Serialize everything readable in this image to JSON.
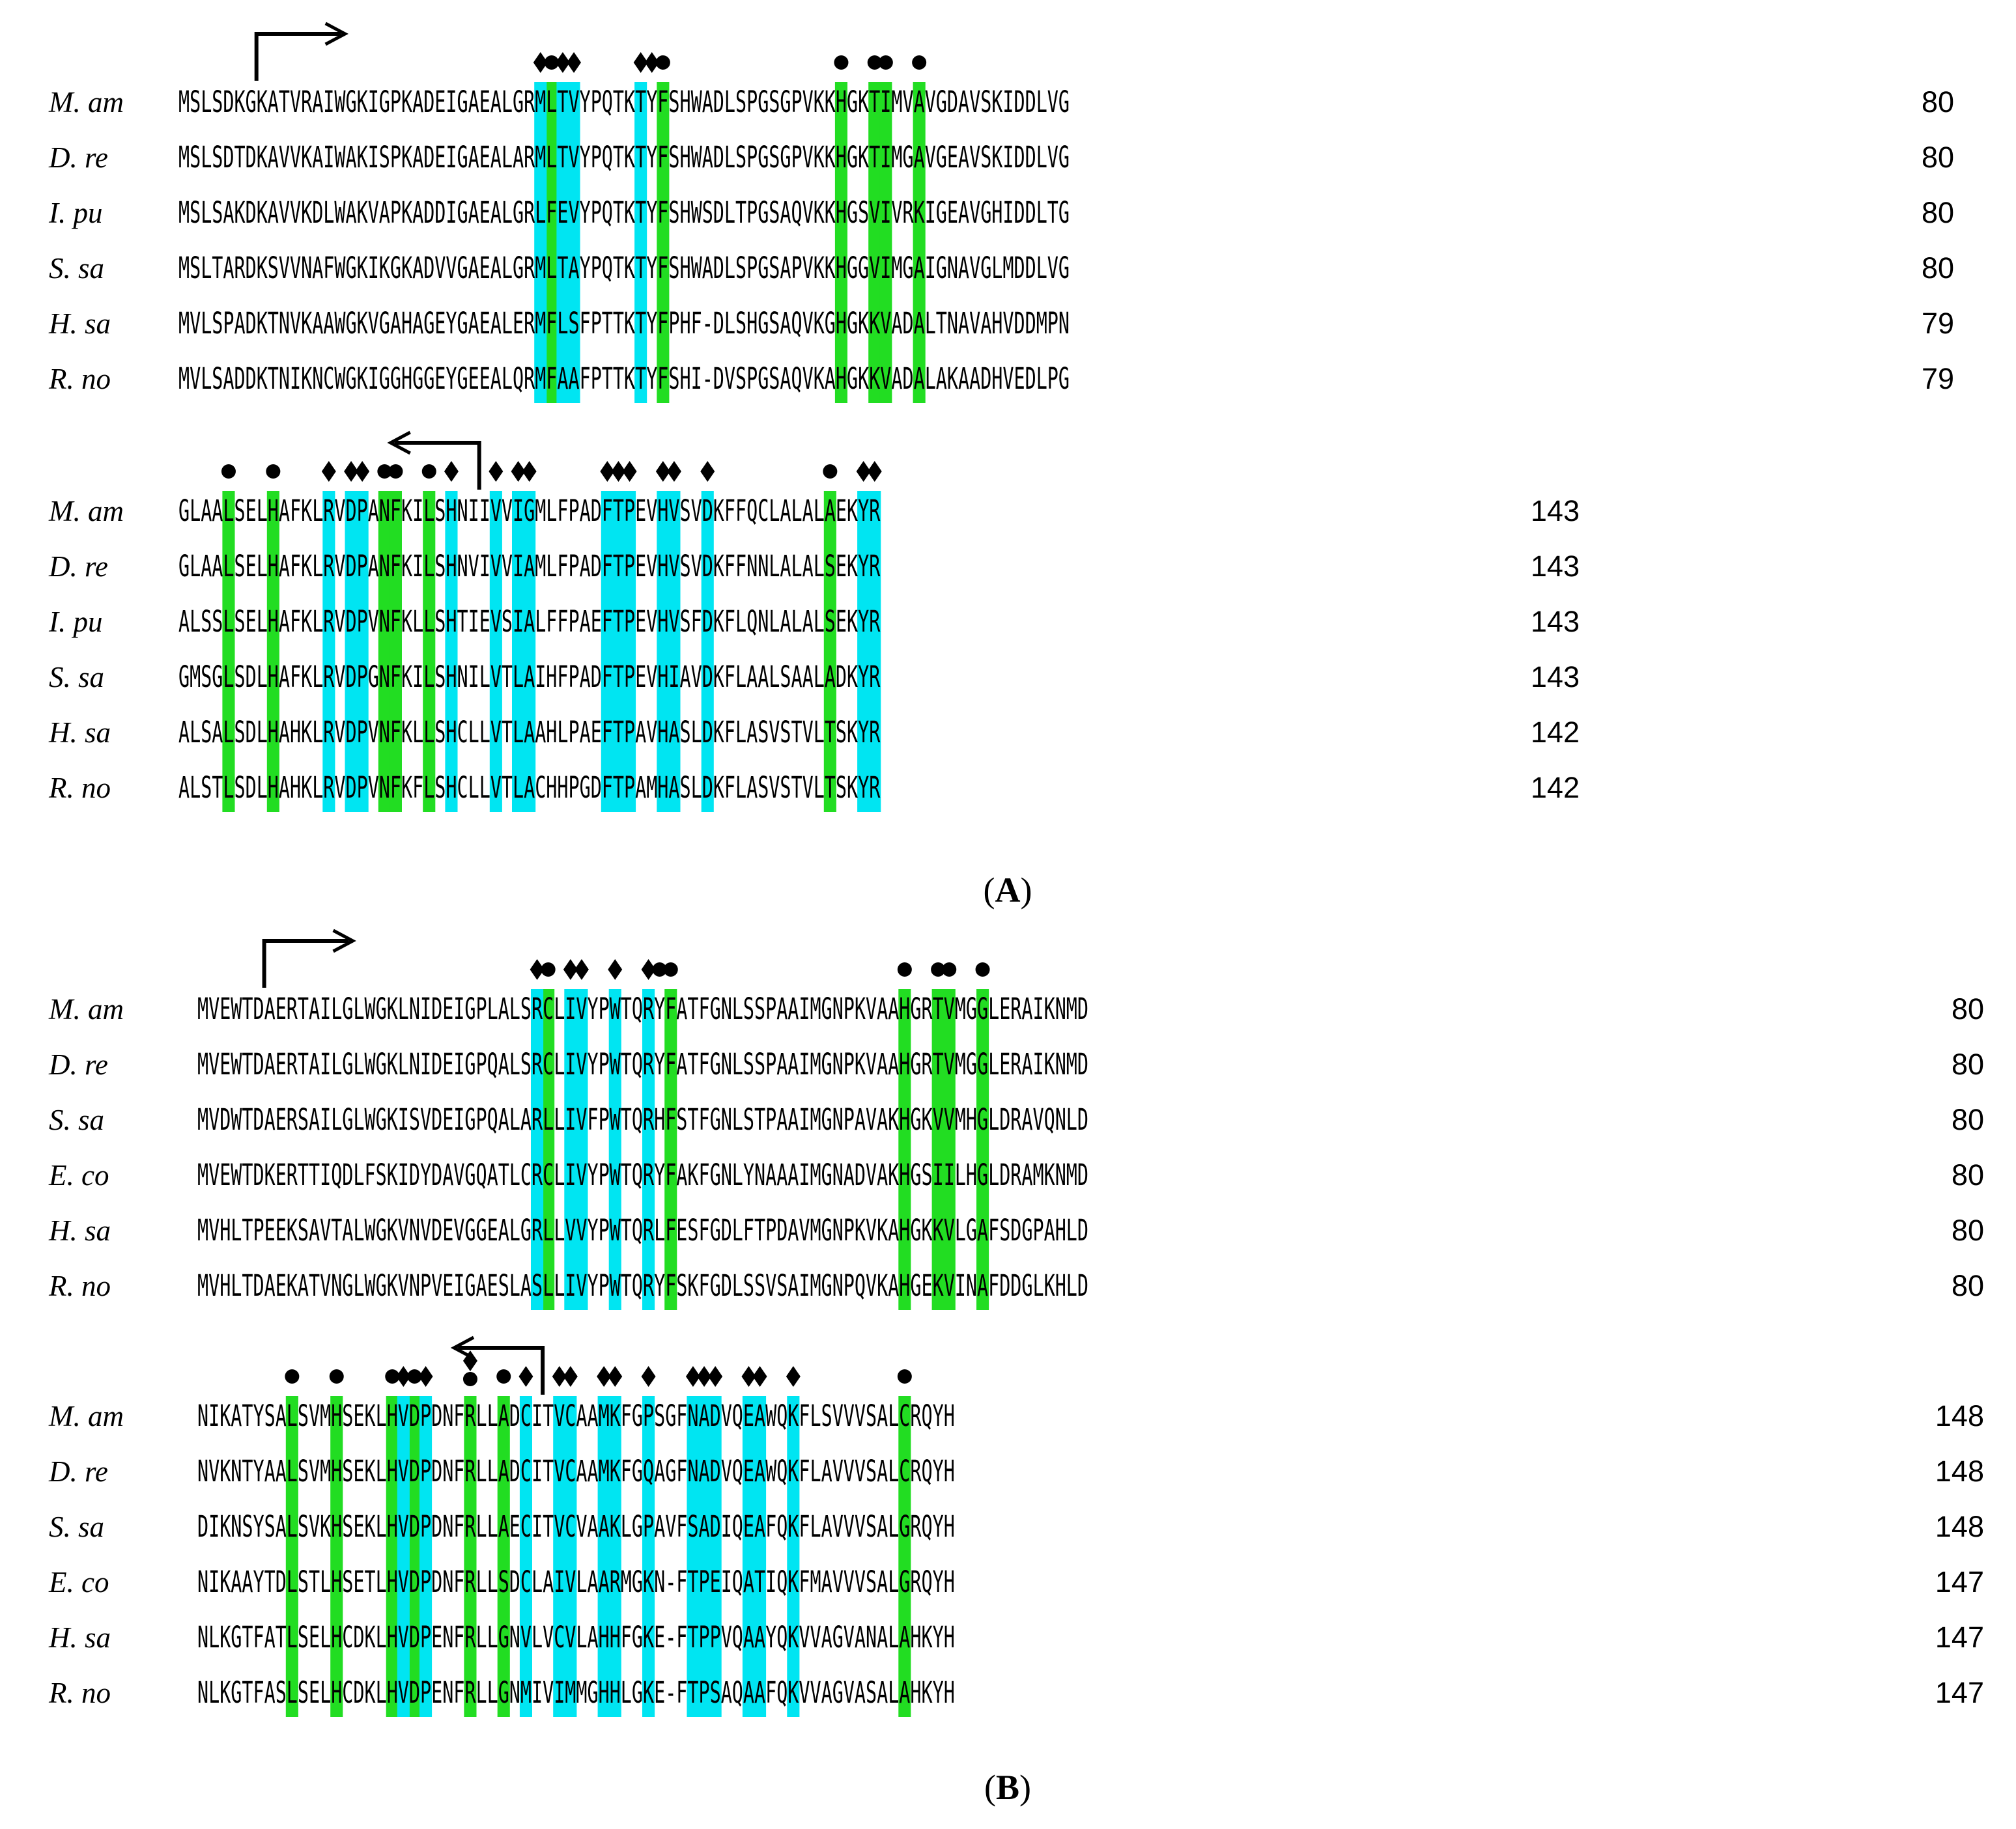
{
  "colors": {
    "green": "#22dd22",
    "cyan": "#00e5f2",
    "text": "#000000"
  },
  "panels": [
    {
      "label": "A",
      "blocks": [
        {
          "rows": [
            {
              "species": "M. am",
              "seq": "MSLSDKGKATVRAIWGKIGPKADEIGAEALGRMLTVYPQTKTYFSHWADLSPGSGPVKKHGKTIMVAVGDAVSKIDDLVG",
              "end": "80"
            },
            {
              "species": "D. re",
              "seq": "MSLSDTDKAVVKAIWAKISPKADEIGAEALARMLTVYPQTKTYFSHWADLSPGSGPVKKHGKTIMGAVGEAVSKIDDLVG",
              "end": "80"
            },
            {
              "species": "I. pu",
              "seq": "MSLSAKDKAVVKDLWAKVAPKADDIGAEALGRLFEVYPQTKTYFSHWSDLTPGSAQVKKHGSVIVRKIGEAVGHIDDLTG",
              "end": "80"
            },
            {
              "species": "S. sa",
              "seq": "MSLTARDKSVVNAFWGKIKGKADVVGAEALGRMLTAYPQTKTYFSHWADLSPGSAPVKKHGGVIMGAIGNAVGLMDDLVG",
              "end": "80"
            },
            {
              "species": "H. sa",
              "seq": "MVLSPADKTNVKAAWGKVGAHAGEYGAEALERMFLSFPTTKTYFPHF-DLSHGSAQVKGHGKKVADALTNAVAHVDDMPN",
              "end": "79"
            },
            {
              "species": "R. no",
              "seq": "MVLSADDKTNIKNCWGKIGGHGGEYGEEALQRMFAAFPTTKTYFSHI-DVSPGSAQVKAHGKKVADALAKAADHVEDLPG",
              "end": "79"
            }
          ],
          "green_cols": [
            33,
            43,
            59,
            62,
            63,
            66
          ],
          "cyan_cols": [
            32,
            34,
            35,
            41
          ],
          "dot_cols": [
            33,
            43,
            59,
            62,
            63,
            66
          ],
          "diamond_cols": [
            32,
            34,
            35,
            41,
            42
          ],
          "arrow": {
            "col": 7,
            "dir": "right"
          }
        },
        {
          "rows": [
            {
              "species": "M. am",
              "seq": "GLAALSELHAFKLRVDPANFKILSHNIIVVIGMLFPADFTPEVHVSVDKFFQCLALALAEKYR",
              "end": "143"
            },
            {
              "species": "D. re",
              "seq": "GLAALSELHAFKLRVDPANFKILSHNVIVVIAMLFPADFTPEVHVSVDKFFNNLALALSEKYR",
              "end": "143"
            },
            {
              "species": "I. pu",
              "seq": "ALSSLSELHAFKLRVDPVNFKLLSHTIEVSIALFFPAEFTPEVHVSFDKFLQNLALALSEKYR",
              "end": "143"
            },
            {
              "species": "S. sa",
              "seq": "GMSGLSDLHAFKLRVDPGNFKILSHNILVTLAIHFPADFTPEVHIAVDKFLAALSAALADKYR",
              "end": "143"
            },
            {
              "species": "H. sa",
              "seq": "ALSALSDLHAHKLRVDPVNFKLLSHCLLVTLAAHLPAEFTPAVHASLDKFLASVSTVLTSKYR",
              "end": "142"
            },
            {
              "species": "R. no",
              "seq": "ALSTLSDLHAHKLRVDPVNFKFLSHCLLVTLACHHPGDFTPAMHASLDKFLASVSTVLTSKYR",
              "end": "142"
            }
          ],
          "green_cols": [
            4,
            8,
            18,
            19,
            22,
            58
          ],
          "cyan_cols": [
            13,
            15,
            16,
            24,
            28,
            30,
            31,
            38,
            39,
            40,
            43,
            44,
            47,
            61,
            62
          ],
          "dot_cols": [
            4,
            8,
            18,
            19,
            22,
            58
          ],
          "diamond_cols": [
            13,
            15,
            16,
            24,
            28,
            30,
            31,
            38,
            39,
            40,
            43,
            44,
            47,
            61,
            62
          ],
          "arrow": {
            "col": 27,
            "dir": "left"
          }
        }
      ]
    },
    {
      "label": "B",
      "blocks": [
        {
          "rows": [
            {
              "species": "M. am",
              "seq": "MVEWTDAERTAILGLWGKLNIDEIGPLALSRCLIVYPWTQRYFATFGNLSSPAAIMGNPKVAAHGRTVMGGLERAIKNMD",
              "end": "80"
            },
            {
              "species": "D. re",
              "seq": "MVEWTDAERTAILGLWGKLNIDEIGPQALSRCLIVYPWTQRYFATFGNLSSPAAIMGNPKVAAHGRTVMGGLERAIKNMD",
              "end": "80"
            },
            {
              "species": "S. sa",
              "seq": "MVDWTDAERSAILGLWGKISVDEIGPQALARLLIVFPWTQRHFSTFGNLSTPAAIMGNPAVAKHGKVVMHGLDRAVQNLD",
              "end": "80"
            },
            {
              "species": "E. co",
              "seq": "MVEWTDKERTTIQDLFSKIDYDAVGQATLCRCLIVYPWTQRYFAKFGNLYNAAAIMGNADVAKHGSIILHGLDRAMKNMD",
              "end": "80"
            },
            {
              "species": "H. sa",
              "seq": "MVHLTPEEKSAVTALWGKVNVDEVGGEALGRLLVVYPWTQRLFESFGDLFTPDAVMGNPKVKAHGKKVLGAFSDGPAHLD",
              "end": "80"
            },
            {
              "species": "R. no",
              "seq": "MVHLTDAEKATVNGLWGKVNPVEIGAESLASLLIVYPWTQRYFSKFGDLSSVSAIMGNPQVKAHGEKVINAFDDGLKHLD",
              "end": "80"
            }
          ],
          "green_cols": [
            31,
            42,
            63,
            66,
            67,
            70
          ],
          "cyan_cols": [
            30,
            33,
            34,
            37,
            40
          ],
          "dot_cols": [
            31,
            41,
            42,
            63,
            66,
            67,
            70
          ],
          "diamond_cols": [
            30,
            33,
            34,
            37,
            40
          ],
          "arrow": {
            "col": 6,
            "dir": "right"
          }
        },
        {
          "rows": [
            {
              "species": "M. am",
              "seq": "NIKATYSALSVMHSEKLHVDPDNFRLLADCITVCAAMKFGPSGFNADVQEAWQKFLSVVVSALCRQYH",
              "end": "148"
            },
            {
              "species": "D. re",
              "seq": "NVKNTYAALSVMHSEKLHVDPDNFRLLADCITVCAAMKFGQAGFNADVQEAWQKFLAVVVSALCRQYH",
              "end": "148"
            },
            {
              "species": "S. sa",
              "seq": "DIKNSYSALSVKHSEKLHVDPDNFRLLAECITVCVAAKLGPAVFSADIQEAFQKFLAVVVSALGRQYH",
              "end": "148"
            },
            {
              "species": "E. co",
              "seq": "NIKAAYTDLSTLHSETLHVDPDNFRLLSDCLAIVLAARMGKN-FTPEIQATIQKFMAVVVSALGRQYH",
              "end": "147"
            },
            {
              "species": "H. sa",
              "seq": "NLKGTFATLSELHCDKLHVDPENFRLLGNVLVCVLAHHFGKE-FTPPVQAAYQKVVAGVANALAHKYH",
              "end": "147"
            },
            {
              "species": "R. no",
              "seq": "NLKGTFASLSELHCDKLHVDPENFRLLGNMIVIMMGHHLGKE-FTPSAQAAFQKVVAGVASALAHKYH",
              "end": "147"
            }
          ],
          "green_cols": [
            8,
            12,
            17,
            19,
            24,
            27,
            63
          ],
          "cyan_cols": [
            18,
            20,
            29,
            32,
            33,
            36,
            37,
            40,
            44,
            45,
            46,
            49,
            50,
            53
          ],
          "dot_cols": [
            8,
            12,
            17,
            19,
            24,
            27,
            63
          ],
          "diamond_cols": [
            18,
            20,
            24,
            29,
            32,
            33,
            36,
            37,
            40,
            44,
            45,
            46,
            49,
            50,
            53
          ],
          "arrow": {
            "col": 31,
            "dir": "left"
          }
        }
      ]
    }
  ]
}
